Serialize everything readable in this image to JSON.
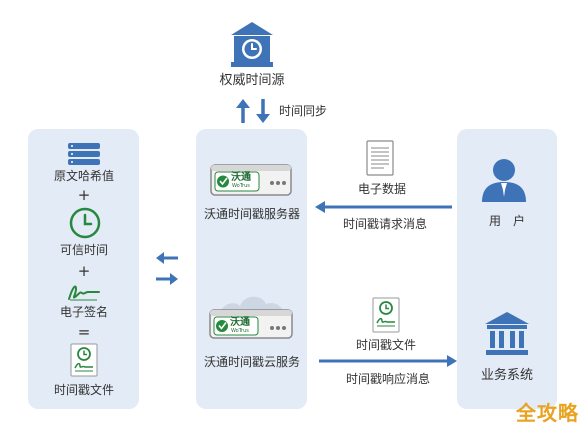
{
  "top": {
    "title": "权威时间源",
    "sync_label": "时间同步"
  },
  "left": {
    "items": [
      {
        "label": "原文哈希值"
      },
      {
        "label": "可信时间"
      },
      {
        "label": "电子签名"
      },
      {
        "label": "时间戳文件"
      }
    ],
    "op_plus1": "+",
    "op_plus2": "+",
    "op_equals": "="
  },
  "center": {
    "server_label": "沃通时间戳服务器",
    "cloud_label": "沃通时间戳云服务",
    "brand": "沃通",
    "brand_sub": "WoTrus"
  },
  "flows": {
    "doc_label": "电子数据",
    "request_label": "时间戳请求消息",
    "file_label": "时间戳文件",
    "response_label": "时间戳响应消息"
  },
  "right": {
    "user_label": "用　户",
    "biz_label": "业务系统"
  },
  "watermark": "全攻略",
  "colors": {
    "primary": "#3f73b8",
    "panel": "#e3ebf6",
    "green": "#27883f"
  }
}
